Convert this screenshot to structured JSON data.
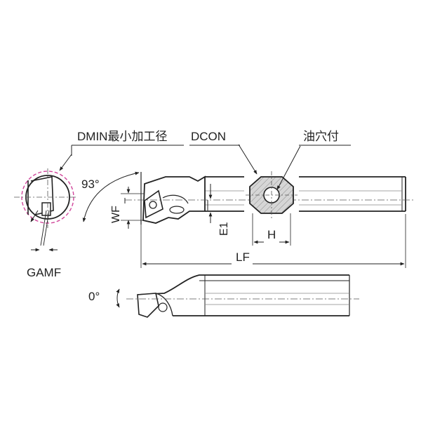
{
  "labels": {
    "dmin": "DMIN最小加工径",
    "dcon": "DCON",
    "oil_hole": "油穴付",
    "angle_93": "93°",
    "wf": "WF",
    "e1": "E1",
    "h": "H",
    "lf": "LF",
    "gamf": "GAMF",
    "angle_0": "0°"
  },
  "colors": {
    "line": "#222222",
    "dmin_circle": "#d0459a",
    "hatch_fill": "#c8c8c8",
    "centerline": "#555555"
  }
}
